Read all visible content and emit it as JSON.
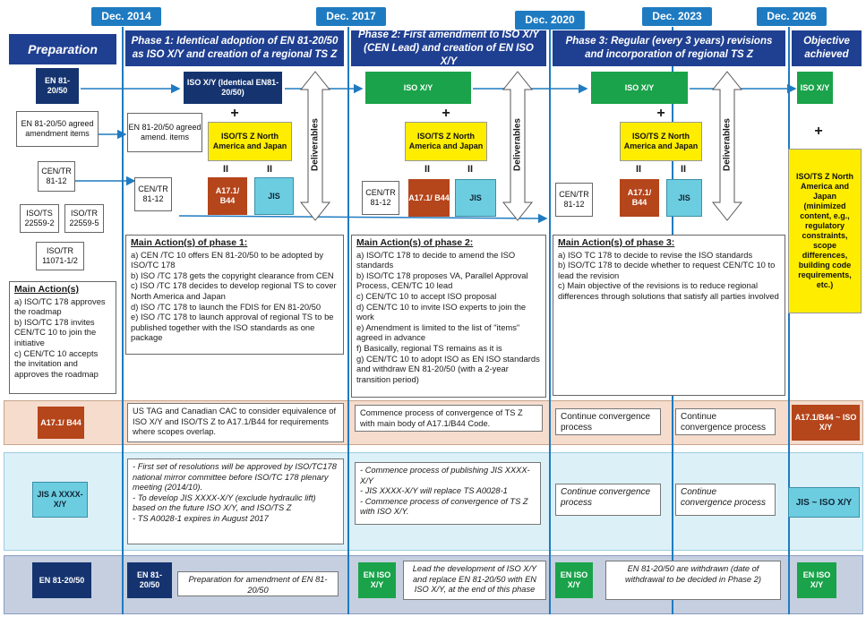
{
  "dates": [
    "Dec. 2014",
    "Dec. 2017",
    "Dec. 2020",
    "Dec. 2023",
    "Dec. 2026"
  ],
  "headers": {
    "prep": "Preparation",
    "phase1": "Phase 1: Identical adoption of EN 81-20/50 as ISO X/Y and creation of a regional TS Z",
    "phase2": "Phase 2: First amendment to ISO X/Y (CEN Lead) and creation of EN ISO X/Y",
    "phase3": "Phase 3: Regular (every 3 years) revisions and incorporation of regional TS Z",
    "objective": "Objective achieved"
  },
  "prep_docs": {
    "en": "EN 81-20/50",
    "amend": "EN 81-20/50 agreed amendment items",
    "cen_tr": "CEN/TR 81-12",
    "isots": "ISO/TS 22559-2",
    "isotr5": "ISO/TR 22559-5",
    "isotr11": "ISO/TR 11071-1/2"
  },
  "prep_actions": {
    "title": "Main Action(s)",
    "items": [
      "a) ISO/TC 178 approves the roadmap",
      "b) ISO/TC 178 invites CEN/TC 10 to join the initiative",
      "c) CEN/TC 10 accepts the invitation and approves the roadmap"
    ]
  },
  "phase1": {
    "iso": "ISO X/Y (Identical EN81-20/50)",
    "amend": "EN 81-20/50 agreed amend. items",
    "ts": "ISO/TS Z North America and Japan",
    "cen_tr": "CEN/TR 81-12",
    "a17": "A17.1/ B44",
    "jis": "JIS",
    "deliverables": "Deliverables",
    "actions_title": "Main Action(s) of phase 1:",
    "actions": [
      "a) CEN /TC 10 offers EN 81-20/50 to be adopted by ISO/TC 178",
      "b) ISO /TC 178 gets the copyright clearance from CEN",
      "c) ISO /TC 178 decides to develop regional TS to cover North America and Japan",
      "d) ISO /TC 178 to launch the FDIS for EN 81-20/50",
      "e) ISO /TC 178 to launch approval of regional TS to be published together with the ISO standards as one package"
    ]
  },
  "phase2": {
    "iso": "ISO X/Y",
    "ts": "ISO/TS Z North America and Japan",
    "cen_tr": "CEN/TR 81-12",
    "a17": "A17.1/ B44",
    "jis": "JIS",
    "deliverables": "Deliverables",
    "actions_title": "Main Action(s) of phase 2:",
    "actions": [
      "a) ISO/TC 178 to decide to amend the ISO standards",
      "b) ISO/TC 178 proposes VA, Parallel Approval Process, CEN/TC 10 lead",
      "c) CEN/TC 10 to accept ISO proposal",
      "d) CEN/TC 10 to invite ISO experts to join the work",
      "e) Amendment is limited to the list of \"items\" agreed in advance",
      "f) Basically, regional TS remains as it is",
      "g) CEN/TC 10 to adopt ISO as EN ISO standards and withdraw EN 81-20/50 (with a 2-year transition period)"
    ]
  },
  "phase3": {
    "iso": "ISO X/Y",
    "ts": "ISO/TS Z North America and Japan",
    "cen_tr": "CEN/TR 81-12",
    "a17": "A17.1/ B44",
    "jis": "JIS",
    "deliverables": "Deliverables",
    "actions_title": "Main Action(s) of phase 3:",
    "actions": [
      "a) ISO TC 178 to decide to revise the ISO standards",
      "b) ISO/TC 178 to decide whether to request CEN/TC 10 to lead the revision",
      "c) Main objective of the revisions is to reduce regional differences through solutions that satisfy all parties involved"
    ]
  },
  "objective": {
    "iso": "ISO X/Y",
    "ts": "ISO/TS Z North America and Japan (minimized content, e.g., regulatory constraints, scope differences, building code requirements, etc.)"
  },
  "row_a17": {
    "label": "A17.1/ B44",
    "p1": "US TAG and Canadian CAC to consider equivalence of ISO X/Y and ISO/TS Z to A17.1/B44 for requirements where scopes overlap.",
    "p2": "Commence process of convergence of TS Z with main body of A17.1/B44 Code.",
    "p3a": "Continue convergence process",
    "p3b": "Continue convergence process",
    "obj": "A17.1/B44 ~ ISO X/Y"
  },
  "row_jis": {
    "label": "JIS A XXXX-X/Y",
    "p1": [
      "First set of resolutions will be approved by ISO/TC178 national mirror committee before ISO/TC 178 plenary meeting (2014/10).",
      "To develop JIS XXXX-X/Y (exclude hydraulic lift) based on the future ISO X/Y, and ISO/TS Z",
      "TS A0028-1 expires in August 2017"
    ],
    "p2": [
      "Commence process of publishing JIS XXXX-X/Y",
      "JIS XXXX-X/Y will replace TS A0028-1",
      "Commence process of convergence of TS Z with ISO X/Y."
    ],
    "p3a": "Continue convergence process",
    "p3b": "Continue convergence process",
    "obj": "JIS ~ ISO X/Y"
  },
  "row_en": {
    "label": "EN 81-20/50",
    "p1_doc": "EN 81-20/50",
    "p1": "Preparation for amendment of EN 81-20/50",
    "p2_doc": "EN ISO X/Y",
    "p2": "Lead the development of ISO X/Y and replace EN 81-20/50 with EN ISO X/Y, at the end of this phase",
    "p3_doc": "EN ISO X/Y",
    "p3": "EN 81-20/50 are withdrawn (date of withdrawal to be decided in Phase 2)",
    "obj": "EN ISO X/Y"
  },
  "symbols": {
    "plus": "+",
    "par": "II"
  }
}
